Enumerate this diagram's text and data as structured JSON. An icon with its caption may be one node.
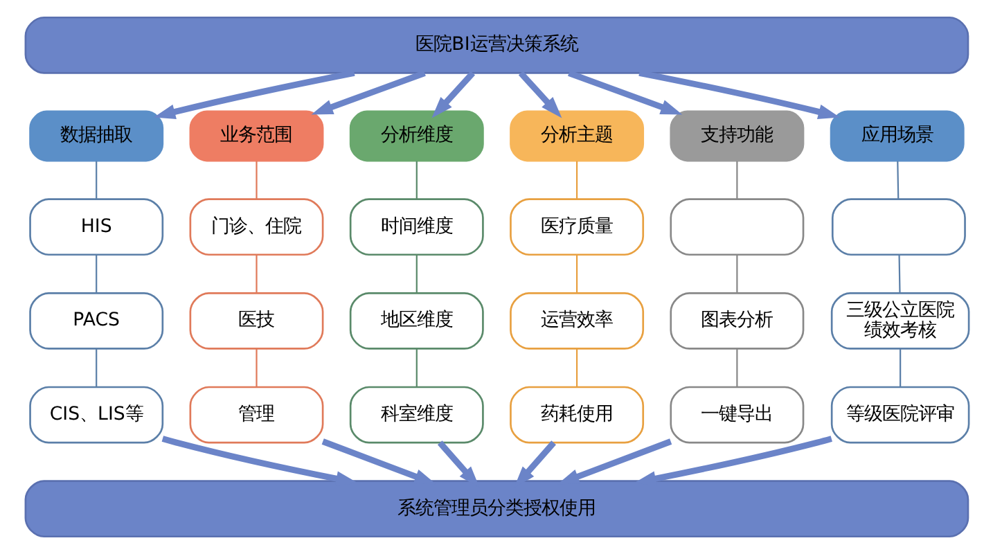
{
  "diagram": {
    "nodes": [
      {
        "text": [
          "医院BI运营决策系统"
        ]
      },
      {
        "text": [
          "数据抽取"
        ]
      },
      {
        "text": [
          "业务范围"
        ]
      },
      {
        "text": [
          "分析维度"
        ]
      },
      {
        "text": [
          "分析主题"
        ]
      },
      {
        "text": [
          "支持功能"
        ]
      },
      {
        "text": [
          "应用场景"
        ]
      },
      {
        "text": [
          "HIS"
        ]
      },
      {
        "text": [
          "门诊、住院"
        ]
      },
      {
        "text": [
          "时间维度"
        ]
      },
      {
        "text": [
          "医疗质量"
        ]
      },
      {
        "text": [],
        "shape": "box"
      },
      {
        "text": [],
        "shape": "box"
      },
      {
        "text": [
          "PACS"
        ]
      },
      {
        "text": [
          "医技"
        ]
      },
      {
        "text": [
          "地区维度"
        ]
      },
      {
        "text": [
          "运营效率"
        ]
      },
      {
        "text": [
          "图表分析"
        ]
      },
      {
        "text": [
          "三级公立医院绩效考核"
        ]
      },
      {
        "text": [
          "CIS、LIS等"
        ]
      },
      {
        "text": [
          "管理"
        ]
      },
      {
        "text": [
          "科室维度"
        ]
      },
      {
        "text": [
          "药耗使用"
        ]
      },
      {
        "text": [
          "一键导出"
        ]
      },
      {
        "text": [
          "等级医院评审"
        ]
      },
      {
        "text": [
          "系统管理员分类授权使用"
        ]
      }
    ],
    "edges": [
      {
        "from": 0,
        "to": 1,
        "arrow": "to",
        "style": "thick"
      },
      {
        "from": 0,
        "to": 2,
        "arrow": "to",
        "style": "thick"
      },
      {
        "from": 0,
        "to": 3,
        "arrow": "to",
        "style": "thick"
      },
      {
        "from": 0,
        "to": 4,
        "arrow": "to",
        "style": "thick"
      },
      {
        "from": 0,
        "to": 5,
        "arrow": "to",
        "style": "thick"
      },
      {
        "from": 0,
        "to": 6,
        "arrow": "to",
        "style": "thick"
      },
      {
        "from": 1,
        "to": 7,
        "arrow": "none",
        "color": "#5b7fa8"
      },
      {
        "from": 2,
        "to": 8,
        "arrow": "none",
        "color": "#e07a5a"
      },
      {
        "from": 3,
        "to": 9,
        "arrow": "none",
        "color": "#5a8a6a"
      },
      {
        "from": 4,
        "to": 10,
        "arrow": "none",
        "color": "#e8a040"
      },
      {
        "from": 5,
        "to": 11,
        "arrow": "none",
        "color": "#888888"
      },
      {
        "from": 6,
        "to": 12,
        "arrow": "none",
        "color": "#5b7fa8"
      },
      {
        "from": 7,
        "to": 13,
        "arrow": "none",
        "color": "#5b7fa8"
      },
      {
        "from": 8,
        "to": 14,
        "arrow": "none",
        "color": "#e07a5a"
      },
      {
        "from": 9,
        "to": 15,
        "arrow": "none",
        "color": "#5a8a6a"
      },
      {
        "from": 10,
        "to": 16,
        "arrow": "none",
        "color": "#e8a040"
      },
      {
        "from": 11,
        "to": 17,
        "arrow": "none",
        "color": "#888888"
      },
      {
        "from": 12,
        "to": 18,
        "arrow": "none",
        "color": "#5b7fa8"
      },
      {
        "from": 13,
        "to": 19,
        "arrow": "none",
        "color": "#5b7fa8"
      },
      {
        "from": 14,
        "to": 20,
        "arrow": "none",
        "color": "#e07a5a"
      },
      {
        "from": 15,
        "to": 21,
        "arrow": "none",
        "color": "#5a8a6a"
      },
      {
        "from": 16,
        "to": 22,
        "arrow": "none",
        "color": "#e8a040"
      },
      {
        "from": 17,
        "to": 23,
        "arrow": "none",
        "color": "#888888"
      },
      {
        "from": 18,
        "to": 24,
        "arrow": "none",
        "color": "#5b7fa8"
      },
      {
        "from": 19,
        "to": 25,
        "arrow": "to",
        "style": "thick"
      },
      {
        "from": 20,
        "to": 25,
        "arrow": "to",
        "style": "thick"
      },
      {
        "from": 21,
        "to": 25,
        "arrow": "to",
        "style": "thick"
      },
      {
        "from": 22,
        "to": 25,
        "arrow": "to",
        "style": "thick"
      },
      {
        "from": 23,
        "to": 25,
        "arrow": "to",
        "style": "thick"
      },
      {
        "from": 24,
        "to": 25,
        "arrow": "to",
        "style": "thick"
      }
    ]
  }
}
